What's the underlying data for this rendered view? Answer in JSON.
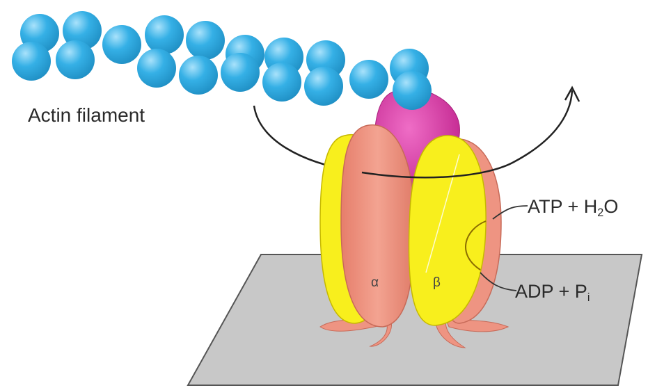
{
  "labels": {
    "actin_filament": "Actin filament",
    "atp_prefix": "ATP + H",
    "atp_sub": "2",
    "atp_suffix": "O",
    "adp_prefix": "ADP + P",
    "adp_sub": "i",
    "alpha": "α",
    "beta": "β"
  },
  "colors": {
    "actin_bead": "#35b0e6",
    "actin_bead_highlight": "#a9e2fb",
    "actin_bead_edge": "#1f8fc4",
    "gamma_subunit": "#d838a6",
    "alpha_subunit": "#ee9482",
    "beta_subunit": "#f8ef1d",
    "membrane": "#c8c8c8",
    "membrane_edge": "#555555",
    "arrow": "#222222"
  },
  "icons": {
    "rotation": "curved-rotation-arrow-icon"
  }
}
